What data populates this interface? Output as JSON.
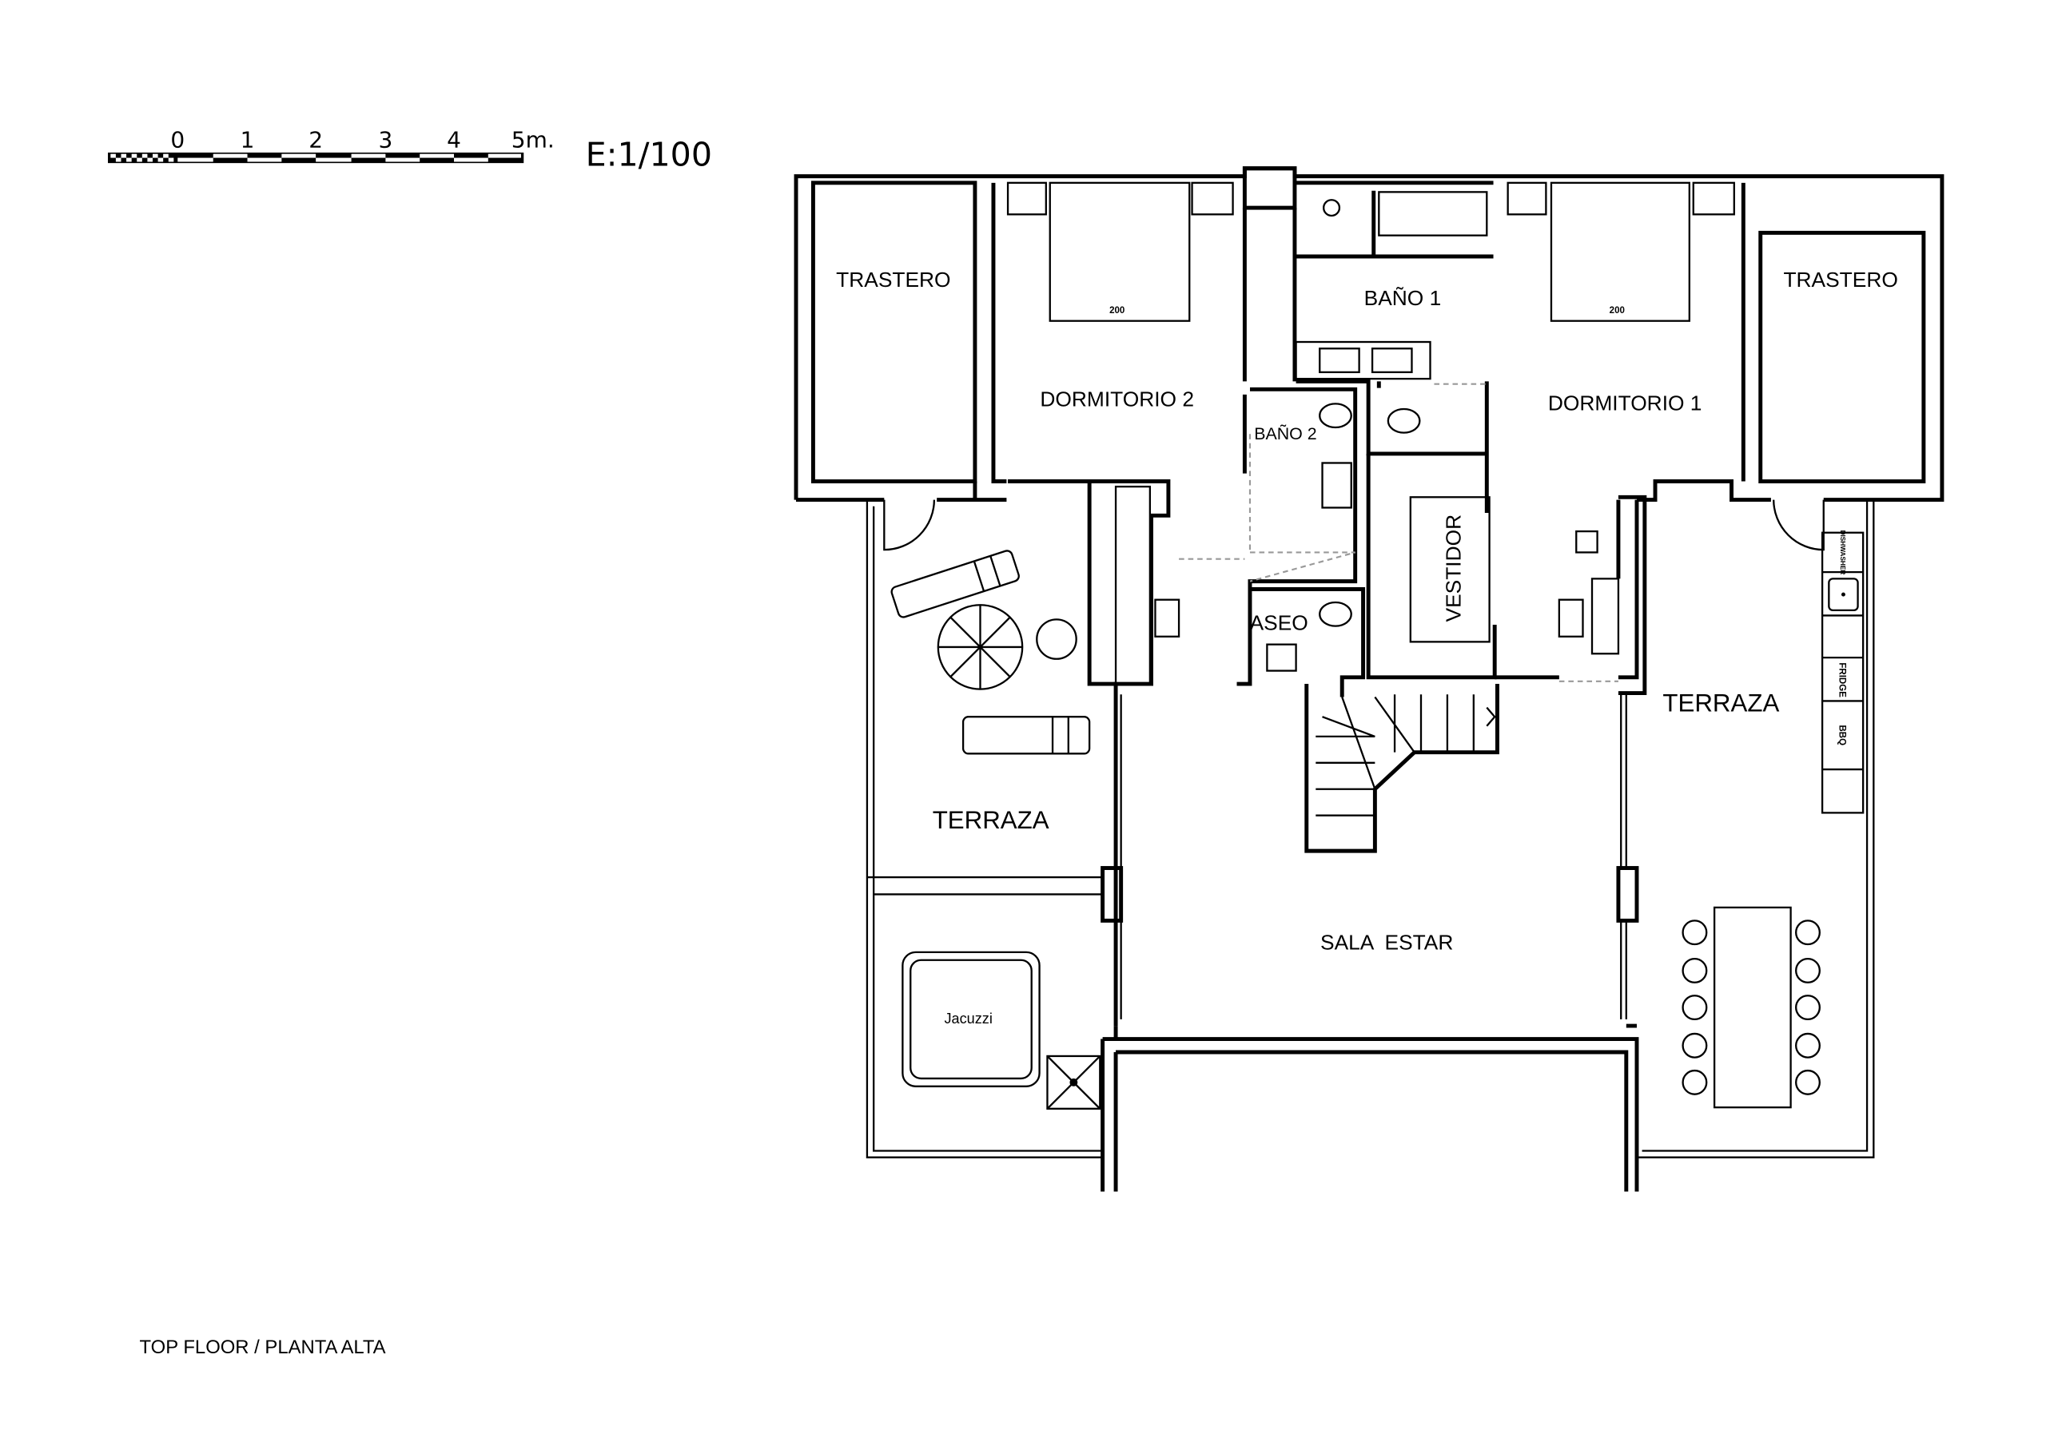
{
  "scale_bar": {
    "ticks": [
      "0",
      "1",
      "2",
      "3",
      "4",
      "5m."
    ],
    "ratio": "E:1/100"
  },
  "rooms": {
    "trastero_left": "TRASTERO",
    "trastero_right": "TRASTERO",
    "dormitorio_2": "DORMITORIO 2",
    "dormitorio_1": "DORMITORIO 1",
    "bano_1": "BAÑO 1",
    "bano_2": "BAÑO 2",
    "aseo": "ASEO",
    "vestidor": "VESTIDOR",
    "terraza_left": "TERRAZA",
    "terraza_right": "TERRAZA",
    "sala_estar": "SALA  ESTAR",
    "jacuzzi": "Jacuzzi"
  },
  "beds": {
    "bed_2_size": "200",
    "bed_1_size": "200"
  },
  "kitchen": {
    "appliance_1": "DISHWASHER",
    "fridge": "FRIDGE",
    "bbq": "BBQ"
  },
  "caption": "TOP FLOOR / PLANTA ALTA"
}
